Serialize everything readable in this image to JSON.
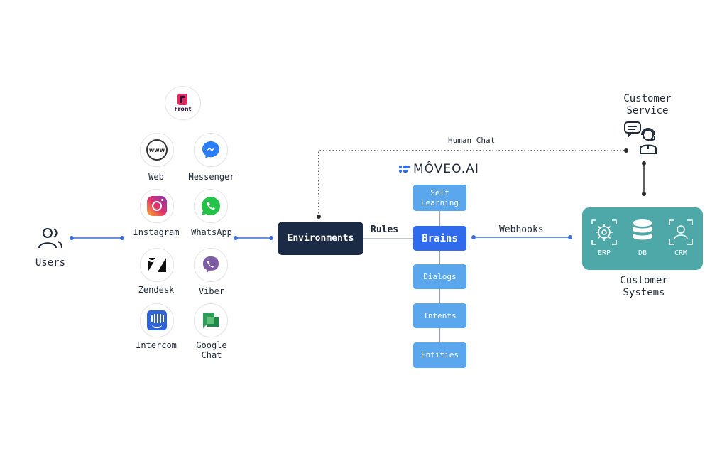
{
  "users": {
    "label": "Users"
  },
  "channels": [
    {
      "id": "front",
      "label": "",
      "logo_text": "Front"
    },
    {
      "id": "web",
      "label": "Web",
      "logo_text": "www"
    },
    {
      "id": "messenger",
      "label": "Messenger"
    },
    {
      "id": "instagram",
      "label": "Instagram"
    },
    {
      "id": "whatsapp",
      "label": "WhatsApp"
    },
    {
      "id": "zendesk",
      "label": "Zendesk"
    },
    {
      "id": "viber",
      "label": "Viber"
    },
    {
      "id": "intercom",
      "label": "Intercom"
    },
    {
      "id": "google-chat",
      "label": "Google\nChat"
    }
  ],
  "environments": {
    "label": "Environments"
  },
  "rules": {
    "label": "Rules"
  },
  "logo": {
    "text": "MÔVEO.AI"
  },
  "brain_stack": {
    "self_learning": "Self\nLearning",
    "brains": "Brains",
    "dialogs": "Dialogs",
    "intents": "Intents",
    "entities": "Entities"
  },
  "webhooks": {
    "label": "Webhooks"
  },
  "human_chat": {
    "label": "Human Chat"
  },
  "customer_service": {
    "label": "Customer\nService"
  },
  "customer_systems": {
    "label": "Customer\nSystems",
    "items": [
      "ERP",
      "DB",
      "CRM"
    ]
  },
  "colors": {
    "connector": "#3f6ed8",
    "environments_bg": "#1c2b45",
    "brains_bg": "#2f6bea",
    "brain_item_bg": "#5aa7ee",
    "customer_systems_bg": "#4ea8a8"
  }
}
